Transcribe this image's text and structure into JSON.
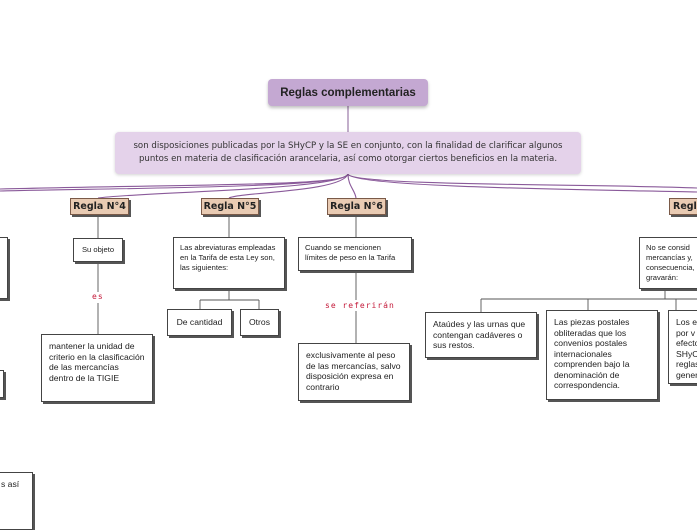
{
  "root": {
    "title": "Reglas complementarias"
  },
  "description": "son disposiciones publicadas por la SHyCP y la SE en conjunto, con la finalidad de clarificar algunos puntos en materia de clasificación arancelaria, así como otorgar ciertos beneficios en la materia.",
  "reglas": {
    "r4": "Regla N°4",
    "r5": "Regla N°5",
    "r6": "Regla N°6",
    "r_right": "Regla"
  },
  "r4": {
    "node": "Su objeto",
    "link": "es",
    "result": "mantener la unidad de criterio en la clasificación de las mercancías dentro de la TIGIE"
  },
  "r5": {
    "node": "Las abreviaturas empleadas en la Tarifa de esta Ley son, las siguientes:",
    "child1": "De cantidad",
    "child2": "Otros"
  },
  "r6": {
    "node": "Cuando se mencionen límites de peso en la Tarifa",
    "link": "se referirán",
    "result": "exclusivamente al peso de las mercancías, salvo disposición expresa en contrario"
  },
  "right": {
    "node": "No se consid mercancías y, consecuencia, gravarán:",
    "child1": "Ataúdes y las urnas que contengan cadáveres o sus restos.",
    "child2": "Las piezas postales obliteradas que los convenios postales internacionales comprenden bajo la denominación de correspondencia.",
    "child3": "Los e por v efecto SHyC reglas gener"
  },
  "left_fragment": "s así"
}
